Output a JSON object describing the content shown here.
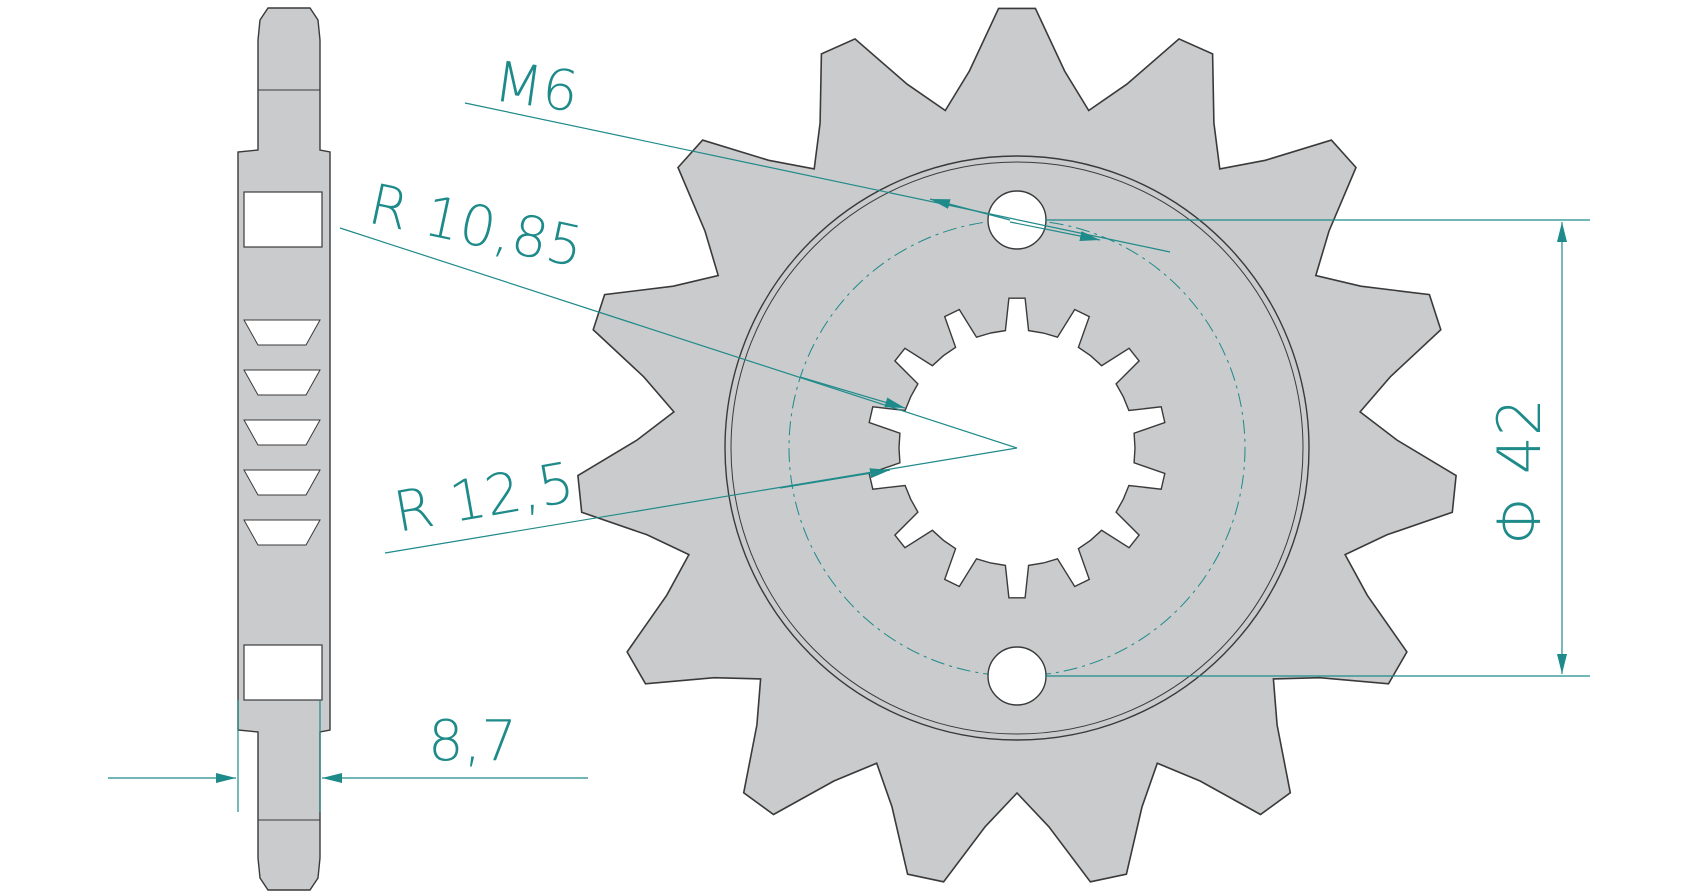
{
  "colors": {
    "part_fill": "#c9cbcc",
    "part_stroke": "#3a3a3a",
    "dimension": "#1f8a8a",
    "background": "#ffffff"
  },
  "sprocket": {
    "teeth": 15,
    "spline_teeth": 14
  },
  "dimensions": {
    "thread": "M6",
    "radius_inner": "R  10,85",
    "radius_outer": "R  12,5",
    "bolt_circle": "Φ 42",
    "thickness": "8,7"
  }
}
